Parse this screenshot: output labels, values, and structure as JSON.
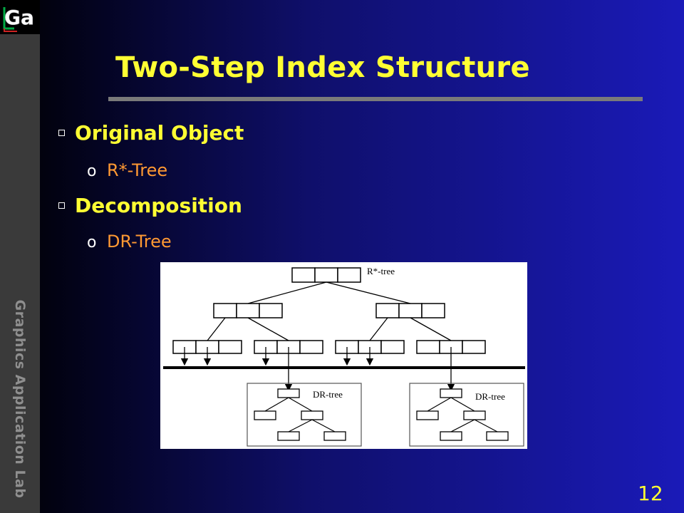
{
  "slide": {
    "title": "Two-Step Index Structure",
    "side_label": "Graphics Application Lab",
    "logo_text": "Ga",
    "page_number": "12",
    "bullets": [
      {
        "label": "Original Object",
        "sub": "R*-Tree"
      },
      {
        "label": "Decomposition",
        "sub": "DR-Tree"
      }
    ],
    "sub_marker": "o"
  },
  "diagram": {
    "rtree_label": "R*-tree",
    "drtree_label": "DR-tree"
  },
  "colors": {
    "title": "#ffff33",
    "sub_text": "#ff9933",
    "sidebar": "#3a3a3a"
  }
}
